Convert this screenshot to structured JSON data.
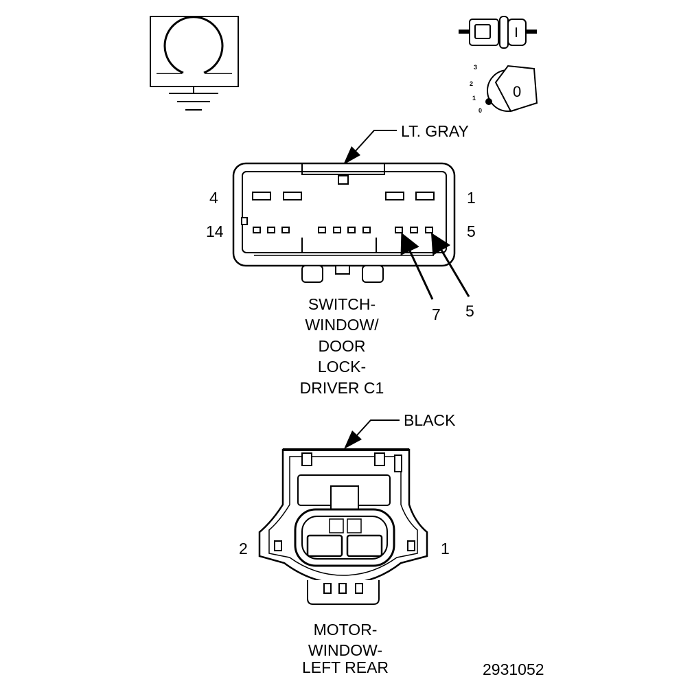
{
  "symbols": {
    "key_positions": [
      "3",
      "2",
      "1",
      "0"
    ],
    "key_face": "0"
  },
  "connector_c1": {
    "color_label": "LT. GRAY",
    "pin_labels": {
      "top_left": "4",
      "top_right": "1",
      "bottom_left": "14",
      "bottom_right": "5"
    },
    "callouts": [
      "7",
      "5"
    ],
    "caption": [
      "SWITCH-",
      "WINDOW/",
      "DOOR",
      "LOCK-",
      "DRIVER C1"
    ]
  },
  "connector_motor": {
    "color_label": "BLACK",
    "pin_labels": {
      "left": "2",
      "right": "1"
    },
    "caption": [
      "MOTOR-",
      "WINDOW-",
      "LEFT REAR"
    ]
  },
  "figure_number": "2931052"
}
